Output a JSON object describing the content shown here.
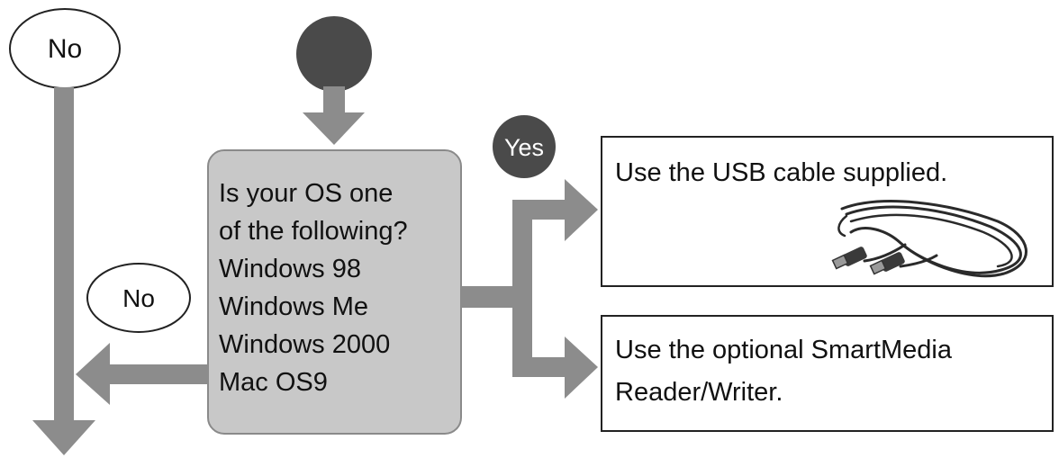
{
  "labels": {
    "no_top": "No",
    "no_left": "No",
    "yes": "Yes"
  },
  "question": {
    "lines": [
      "Is your OS one",
      "of the following?",
      "Windows 98",
      "Windows Me",
      "Windows 2000",
      "Mac OS9"
    ]
  },
  "results": {
    "usb": {
      "line1": "Use the USB cable supplied."
    },
    "smartmedia": {
      "line1": "Use the optional SmartMedia",
      "line2": "Reader/Writer."
    }
  },
  "colors": {
    "arrow": "#8c8c8c",
    "decision_fill": "#c8c8c8",
    "decision_stroke": "#8a8a8a",
    "dark_node": "#4a4a4a",
    "box_stroke": "#222222"
  },
  "icons": {
    "cable": "usb-cable-icon"
  }
}
